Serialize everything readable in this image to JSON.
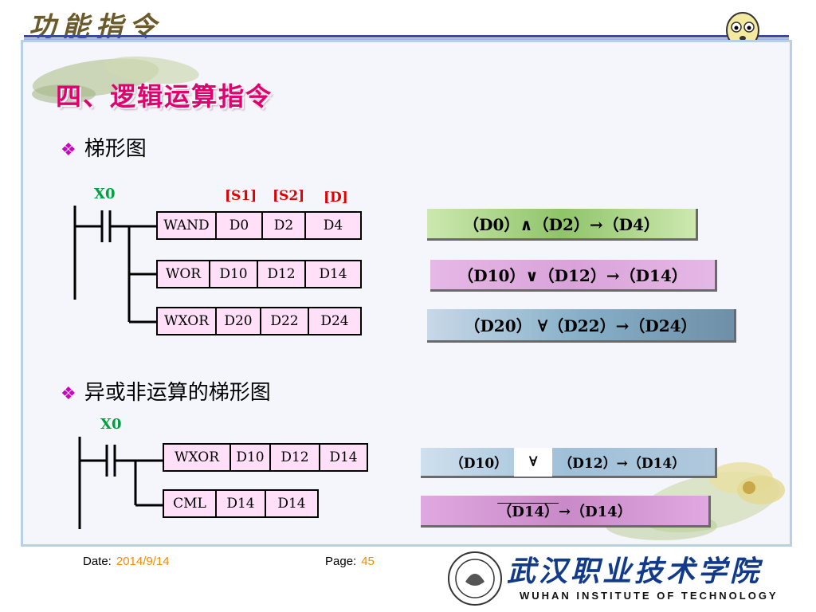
{
  "header": {
    "title": "功能指令"
  },
  "section": {
    "title": "四、逻辑运算指令"
  },
  "bullets": [
    "梯形图",
    "异或非运算的梯形图"
  ],
  "ladder1": {
    "contact": "X0",
    "operand_labels": [
      "[S1]",
      "[S2]",
      "[D]"
    ],
    "instructions": [
      {
        "cells": [
          "WAND",
          "D0",
          "D2",
          "D4"
        ]
      },
      {
        "cells": [
          "WOR",
          "D10",
          "D12",
          "D14"
        ]
      },
      {
        "cells": [
          "WXOR",
          "D20",
          "D22",
          "D24"
        ]
      }
    ]
  },
  "ladder2": {
    "contact": "X0",
    "instructions": [
      {
        "cells": [
          "WXOR",
          "D10",
          "D12",
          "D14"
        ]
      },
      {
        "cells": [
          "CML",
          "D14",
          "D14"
        ]
      }
    ]
  },
  "equations": [
    "（D0）∧（D2）→（D4）",
    "（D10）∨（D12）→（D14）",
    "（D20） ∀（D22）→（D24）"
  ],
  "equations2": {
    "e1_left": "（D10）",
    "e1_op": "∀",
    "e1_right": "（D12）→（D14）",
    "e2_over": "（D14）",
    "e2_rest": "→（D14）"
  },
  "footer": {
    "date_label": "Date:",
    "date_value": "2014/9/14",
    "page_label": "Page:",
    "page_value": "45"
  },
  "logo": {
    "cn": "武汉职业技术学院",
    "en": "WUHAN INSTITUTE OF TECHNOLOGY"
  },
  "colors": {
    "accent_pink": "#e0006e",
    "bullet": "#d000c0",
    "contact_green": "#00a040",
    "operand_red": "#e00000",
    "footer_value": "#f08c00",
    "instr_fill": "#ffe0f8"
  }
}
